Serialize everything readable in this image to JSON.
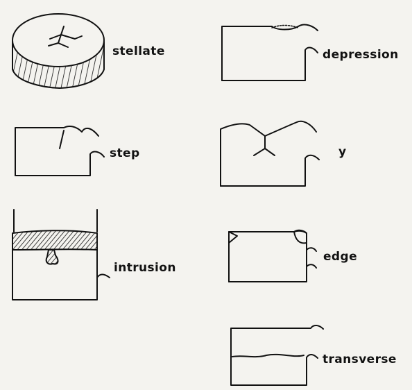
{
  "colors": {
    "ink": "#111111",
    "paper": "#f4f3ef"
  },
  "labels": {
    "stellate": "stellate",
    "depression": "depression",
    "step": "step",
    "y": "y",
    "intrusion": "intrusion",
    "edge": "edge",
    "transverse": "transverse"
  }
}
